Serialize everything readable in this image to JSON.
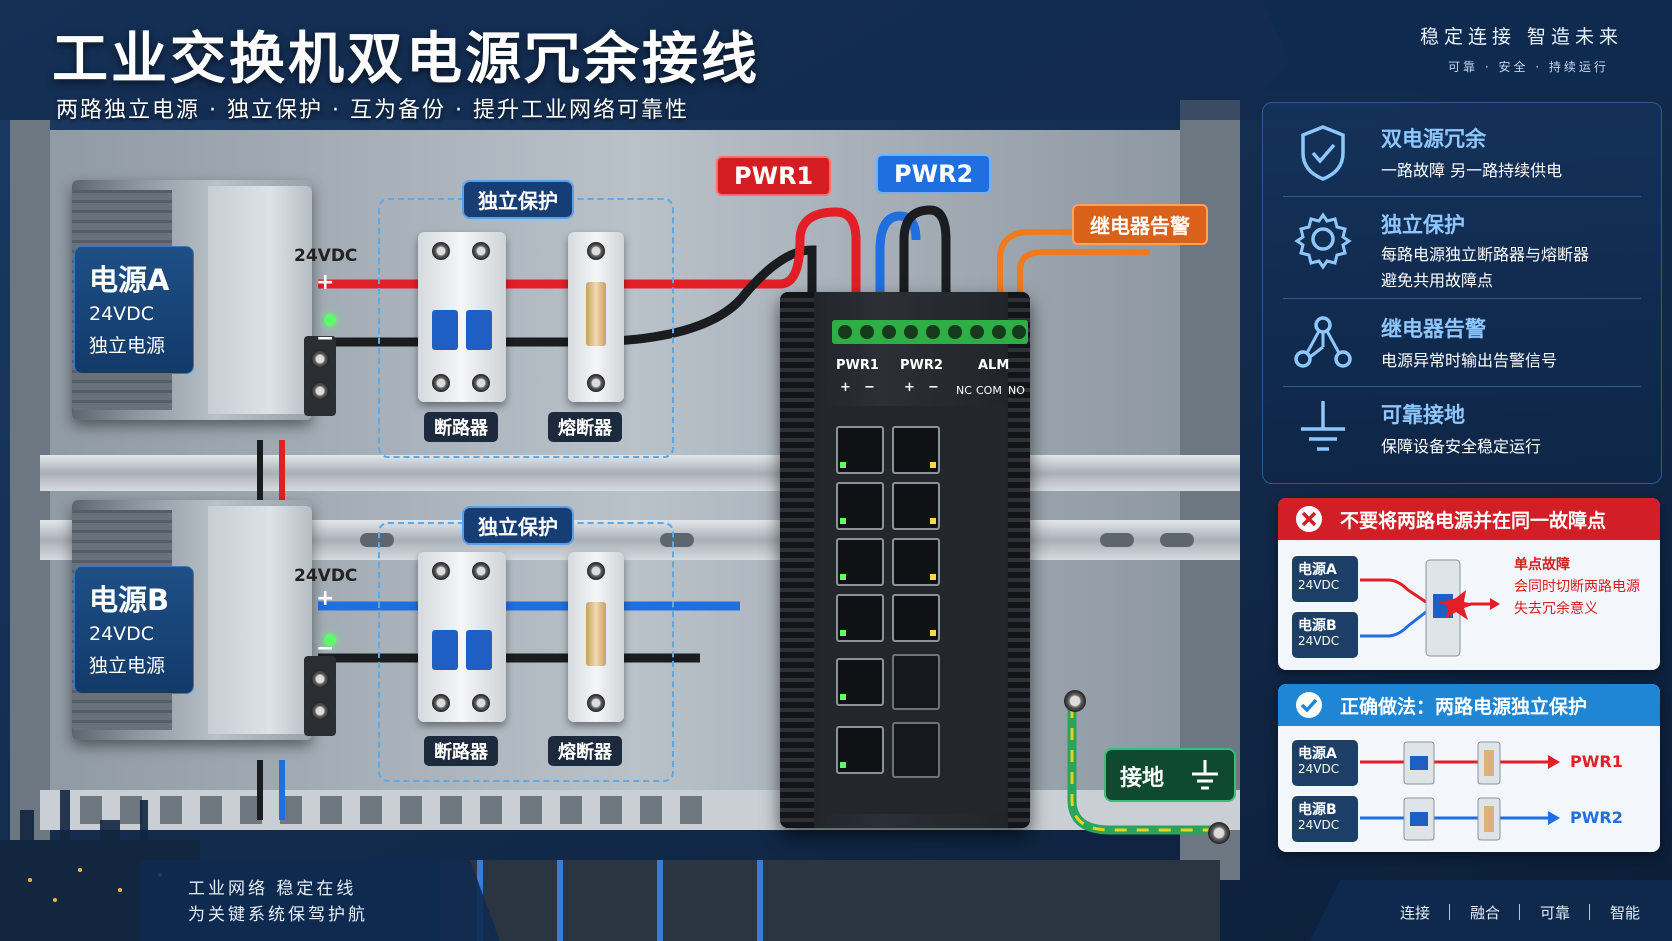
{
  "header": {
    "title": "工业交换机双电源冗余接线",
    "subtitle": "两路独立电源 · 独立保护 · 互为备份 · 提升工业网络可靠性",
    "slogan": "稳定连接  智造未来",
    "slogan_sub": "可靠 · 安全 · 持续运行"
  },
  "power_a": {
    "name": "电源A",
    "spec": "24VDC",
    "desc": "独立电源",
    "voltage": "24VDC",
    "plus": "+",
    "minus": "−"
  },
  "power_b": {
    "name": "电源B",
    "spec": "24VDC",
    "desc": "独立电源",
    "voltage": "24VDC",
    "plus": "+",
    "minus": "−"
  },
  "protection": {
    "tag": "独立保护",
    "breaker_label": "断路器",
    "fuse_label": "熔断器"
  },
  "labels": {
    "pwr1": "PWR1",
    "pwr2": "PWR2",
    "relay_alarm": "继电器告警",
    "ground": "接地"
  },
  "switch": {
    "pwr1": "PWR1",
    "pwr2": "PWR2",
    "alm": "ALM",
    "plus": "+",
    "minus": "−",
    "nc": "NC",
    "com": "COM",
    "no": "NO"
  },
  "features": [
    {
      "title": "双电源冗余",
      "desc": [
        "一路故障  另一路持续供电"
      ],
      "icon": "shield-check-icon"
    },
    {
      "title": "独立保护",
      "desc": [
        "每路电源独立断路器与熔断器",
        "避免共用故障点"
      ],
      "icon": "gear-icon"
    },
    {
      "title": "继电器告警",
      "desc": [
        "电源异常时输出告警信号"
      ],
      "icon": "network-nodes-icon"
    },
    {
      "title": "可靠接地",
      "desc": [
        "保障设备安全稳定运行"
      ],
      "icon": "ground-icon"
    }
  ],
  "wrong_card": {
    "title": "不要将两路电源并在同一故障点",
    "psu_a": "电源A",
    "psu_b": "电源B",
    "volt": "24VDC",
    "fault_title": "单点故障",
    "fault_line1": "会同时切断两路电源",
    "fault_line2": "失去冗余意义"
  },
  "right_card": {
    "title": "正确做法：两路电源独立保护",
    "psu_a": "电源A",
    "psu_b": "电源B",
    "volt": "24VDC",
    "out1": "PWR1",
    "out2": "PWR2"
  },
  "footer": {
    "left_line1": "工业网络  稳定在线",
    "left_line2": "为关键系统保驾护航",
    "right_items": [
      "连接",
      "融合",
      "可靠",
      "智能"
    ]
  },
  "colors": {
    "red_wire": "#e21f26",
    "blue_wire": "#1f6fe0",
    "alarm_orange": "#f07a1e",
    "accent_blue": "#8ec7ff",
    "ground_green": "#2aa35c"
  }
}
